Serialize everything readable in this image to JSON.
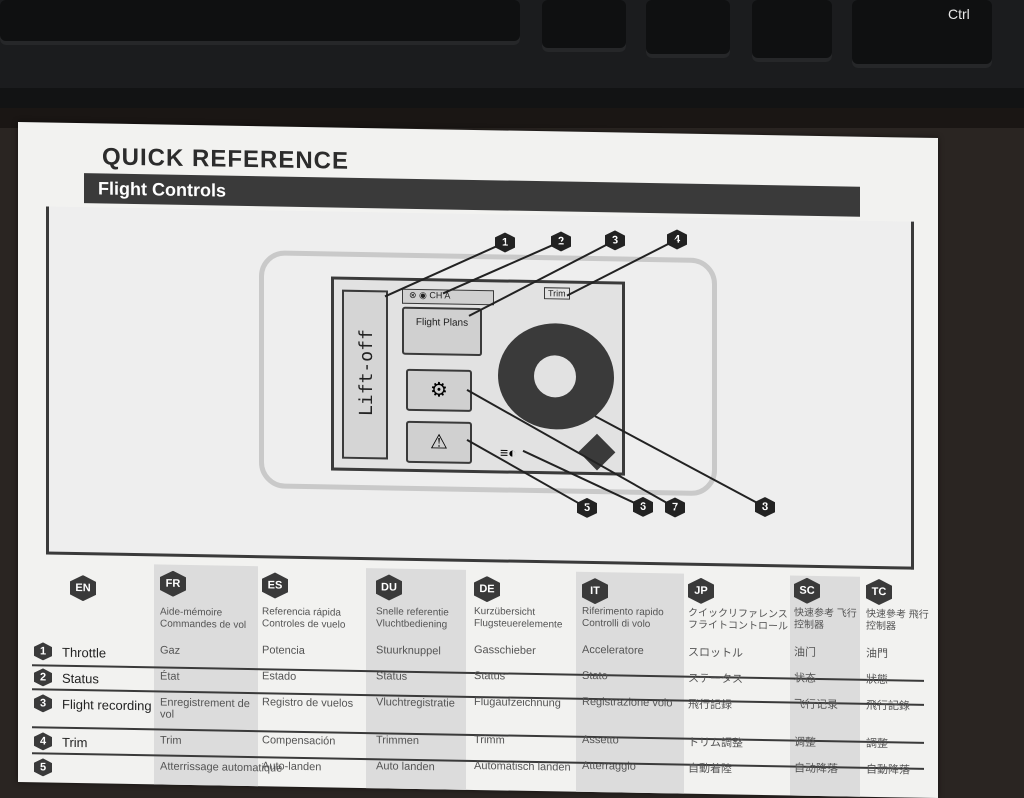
{
  "keyboard": {
    "ctrl_key": "Ctrl"
  },
  "card": {
    "title": "QUICK REFERENCE",
    "section": "Flight Controls"
  },
  "diagram": {
    "liftoff": "Lift-off",
    "status": "CH A",
    "trim": "Trim",
    "flight_plans": "Flight Plans",
    "callouts": [
      "1",
      "2",
      "3",
      "4",
      "5",
      "6",
      "7",
      "8"
    ]
  },
  "table": {
    "languages": [
      {
        "code": "EN",
        "header": ""
      },
      {
        "code": "FR",
        "header": "Aide-mémoire Commandes de vol"
      },
      {
        "code": "ES",
        "header": "Referencia rápida Controles de vuelo"
      },
      {
        "code": "DU",
        "header": "Snelle referentie Vluchtbediening"
      },
      {
        "code": "DE",
        "header": "Kurzübersicht Flugsteuerelemente"
      },
      {
        "code": "IT",
        "header": "Riferimento rapido Controlli di volo"
      },
      {
        "code": "JP",
        "header": "クイックリファレンス フライトコントロール"
      },
      {
        "code": "SC",
        "header": "快速参考 飞行控制器"
      },
      {
        "code": "TC",
        "header": "快速參考 飛行控制器"
      }
    ],
    "rows": [
      {
        "num": "1",
        "cells": [
          "Throttle",
          "Gaz",
          "Potencia",
          "Stuurknuppel",
          "Gasschieber",
          "Acceleratore",
          "スロットル",
          "油门",
          "油門"
        ]
      },
      {
        "num": "2",
        "cells": [
          "Status",
          "État",
          "Estado",
          "Status",
          "Status",
          "Stato",
          "ステータス",
          "状态",
          "狀態"
        ]
      },
      {
        "num": "3",
        "cells": [
          "Flight recording",
          "Enregistrement de vol",
          "Registro de vuelos",
          "Vluchtregistratie",
          "Flugaufzeichnung",
          "Registrazione volo",
          "飛行記録",
          "飞行记录",
          "飛行記錄"
        ]
      },
      {
        "num": "4",
        "cells": [
          "Trim",
          "Trim",
          "Compensación",
          "Trimmen",
          "Trimm",
          "Assetto",
          "トリム調整",
          "调整",
          "調整"
        ]
      },
      {
        "num": "5",
        "cells": [
          "",
          "Atterrissage automatique",
          "Auto-landen",
          "Auto landen",
          "Automatisch landen",
          "Atterraggio",
          "自動着陸",
          "自动降落",
          "自動降落"
        ]
      }
    ]
  }
}
